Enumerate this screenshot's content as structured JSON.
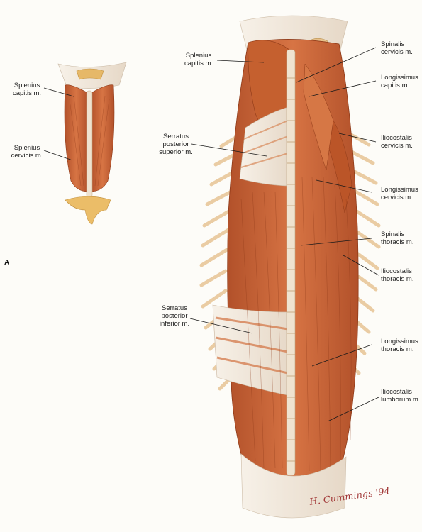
{
  "panel_letter": "A",
  "labels": {
    "small_splenius_capitis": "Splenius\ncapitis m.",
    "small_splenius_cervicis": "Splenius\ncervicis m.",
    "splenius_capitis": "Splenius\ncapitis m.",
    "serratus_posterior_superior": "Serratus\nposterior\nsuperior m.",
    "serratus_posterior_inferior": "Serratus\nposterior\ninferior m.",
    "spinalis_cervicis": "Spinalis\ncervicis m.",
    "longissimus_capitis": "Longissimus\ncapitis m.",
    "iliocostalis_cervicis": "Iliocostalis\ncervicis m.",
    "longissimus_cervicis": "Longissimus\ncervicis m.",
    "spinalis_thoracis": "Spinalis\nthoracis m.",
    "iliocostalis_thoracis": "Iliocostalis\nthoracis m.",
    "longissimus_thoracis": "Longissimus\nthoracis m.",
    "iliocostalis_lumborum": "Iliocostalis\nlumborum m."
  },
  "signature": "H. Cummings '94",
  "colors": {
    "muscle": "#c8622f",
    "muscle_dark": "#9c3e1b",
    "muscle_light": "#e08a55",
    "tendon": "#f4ece2",
    "bone": "#e9b560",
    "leader": "#1a1a1a"
  }
}
